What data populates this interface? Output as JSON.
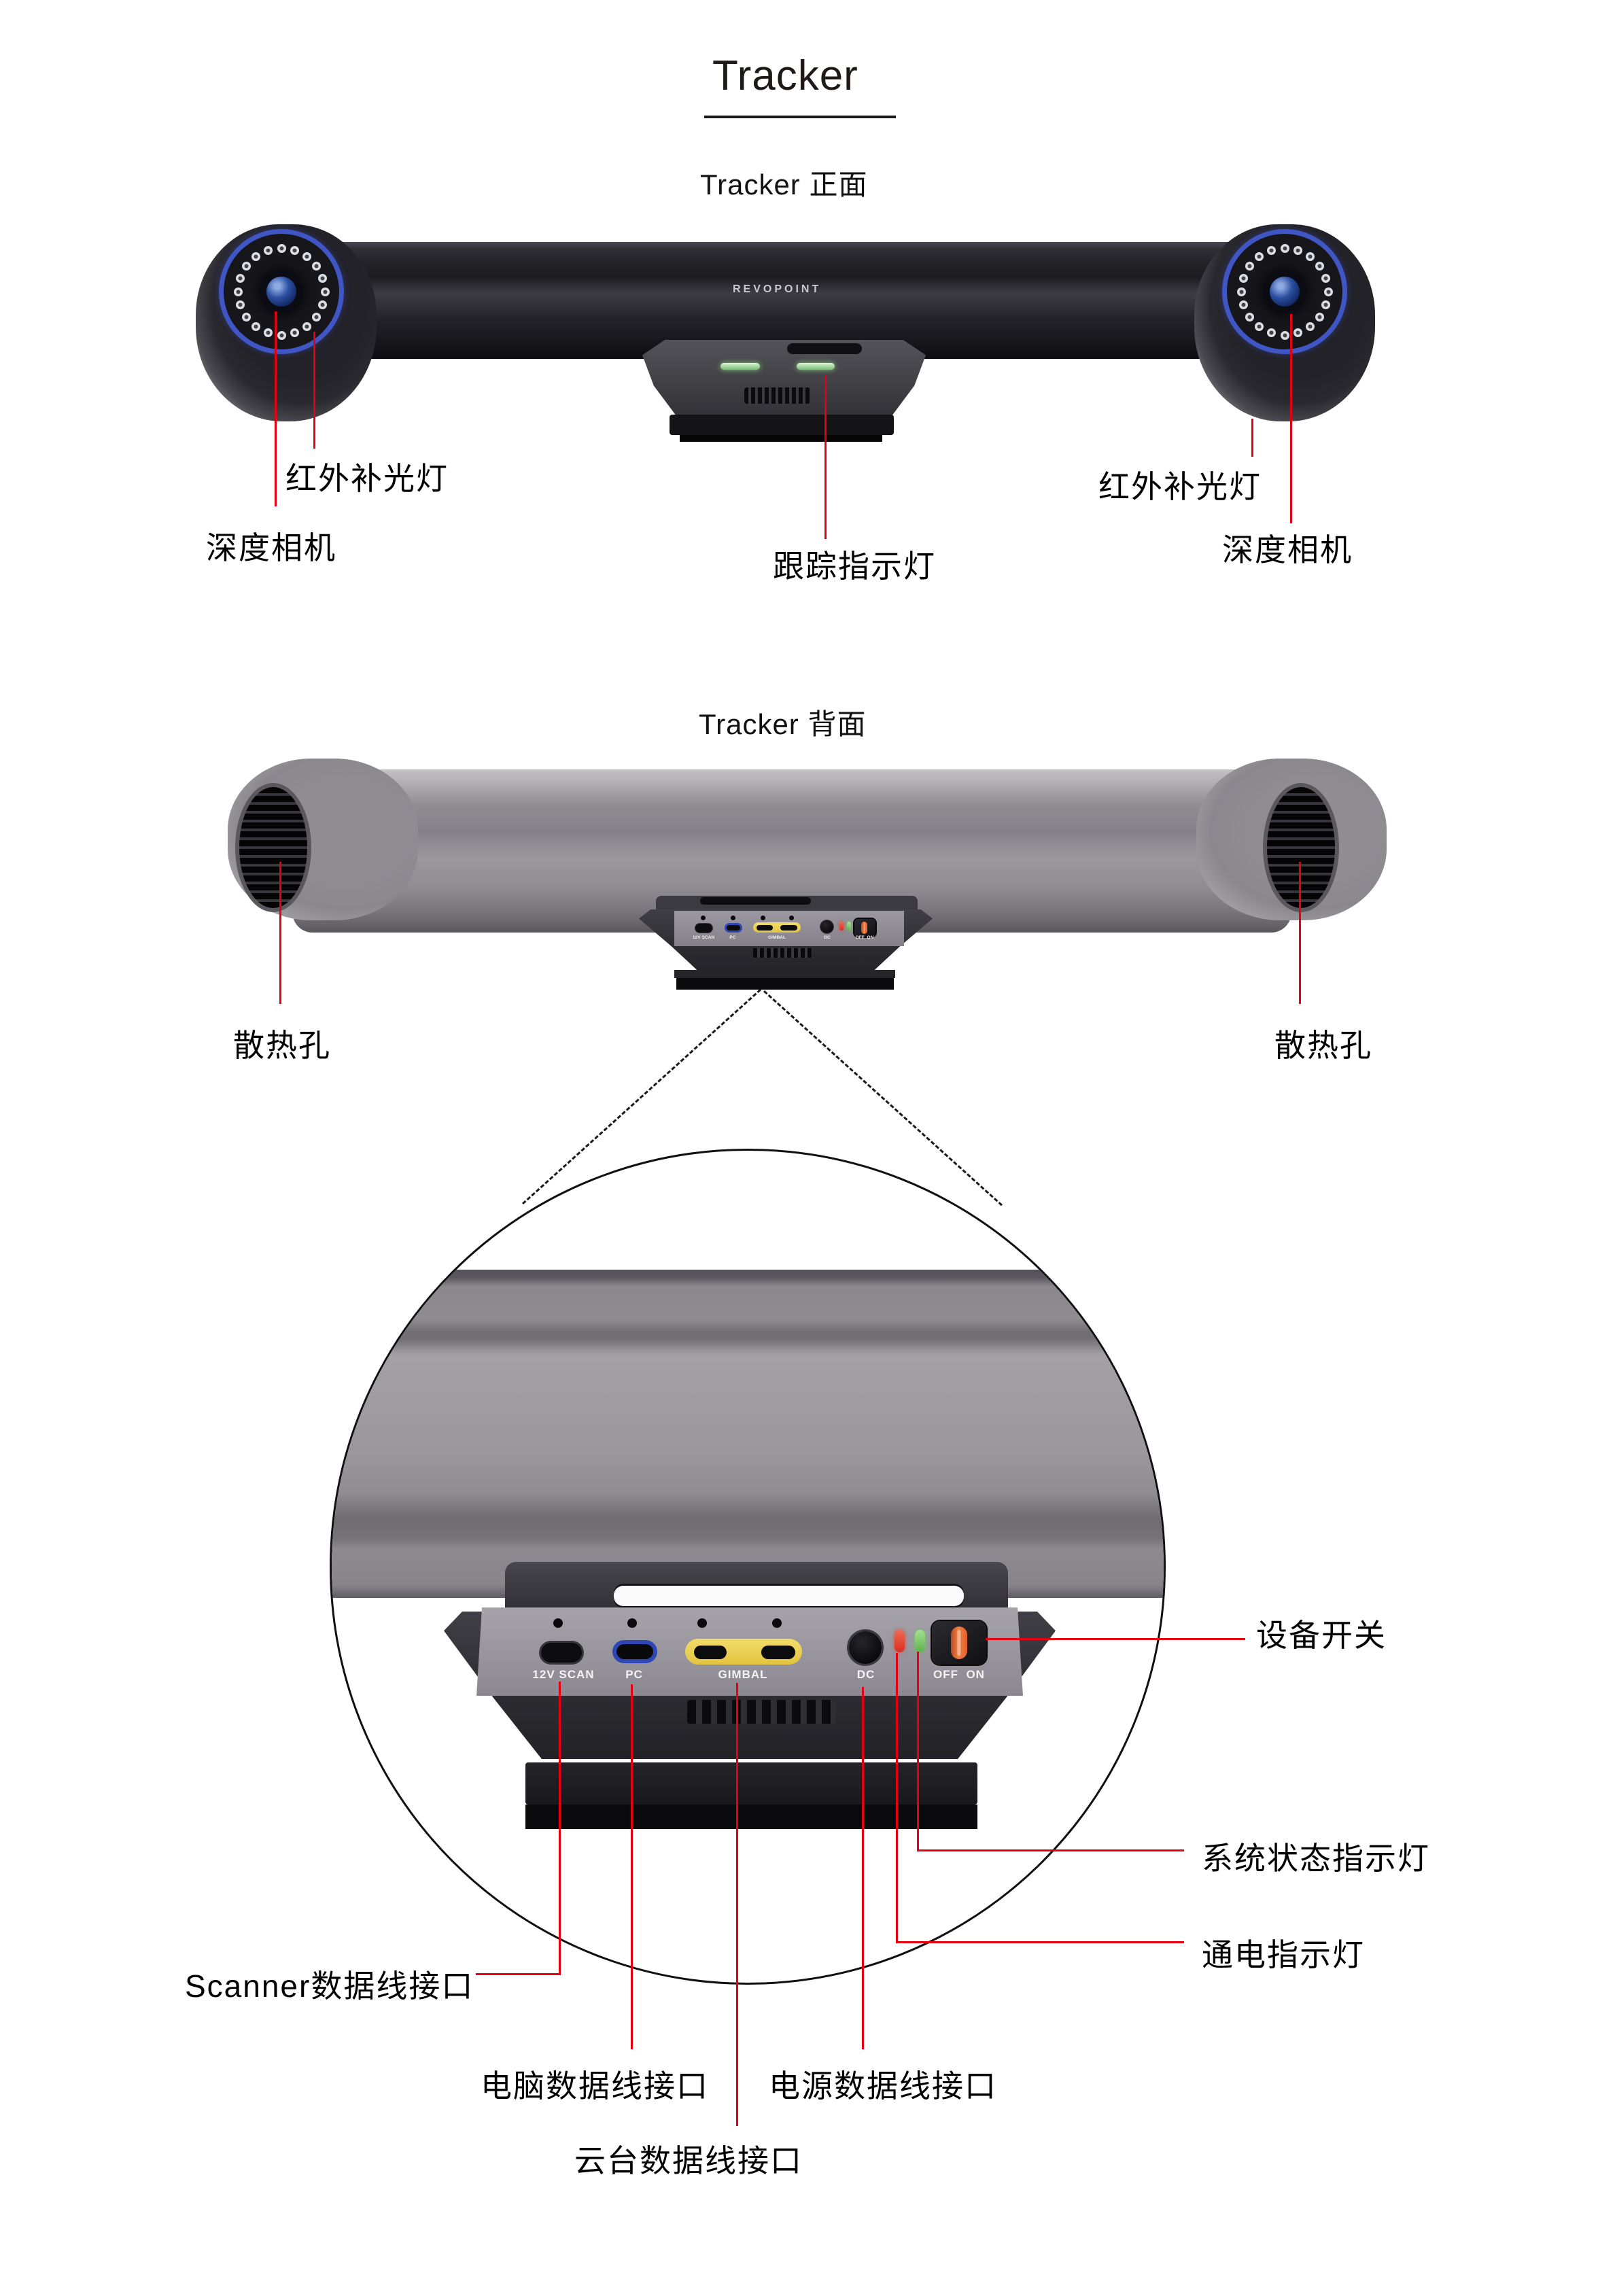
{
  "page": {
    "title": "Tracker"
  },
  "front": {
    "caption": "Tracker 正面",
    "brand": "REVOPOINT",
    "label_ir": "红外补光灯",
    "label_depth": "深度相机",
    "label_tracking": "跟踪指示灯"
  },
  "back": {
    "caption": "Tracker 背面",
    "label_vent": "散热孔"
  },
  "ports": {
    "scan": "12V SCAN",
    "pc": "PC",
    "gimbal": "GIMBAL",
    "dc": "DC",
    "switch": "OFF  ON"
  },
  "callouts": {
    "device_switch": "设备开关",
    "system_status_led": "系统状态指示灯",
    "power_led": "通电指示灯",
    "scanner_port": "Scanner数据线接口",
    "pc_port": "电脑数据线接口",
    "power_port": "电源数据线接口",
    "gimbal_port": "云台数据线接口"
  },
  "colors": {
    "callout_red": "#e60012",
    "ring_blue": "#4156c5",
    "pc_port_blue": "#2e47b5",
    "gimbal_yellow": "#e9cc4e",
    "led_red": "#d92f1e",
    "led_green": "#6ec05c",
    "switch_orange": "#e8673c",
    "indicator_green": "#9fd79a"
  }
}
